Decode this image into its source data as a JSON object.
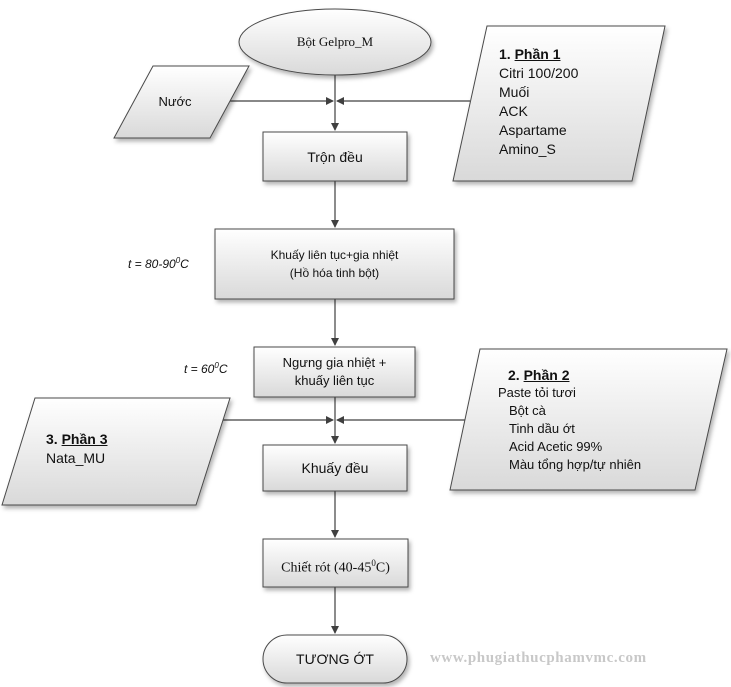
{
  "nodes": {
    "start": "Bột Gelpro_M",
    "water": "Nước",
    "mix": "Trộn đều",
    "heat_line1": "Khuấy liên tục+gia nhiệt",
    "heat_line2": "(Hồ hóa tinh bột)",
    "stop_line1": "Ngưng gia nhiệt +",
    "stop_line2": "khuấy liên tục",
    "stir": "Khuấy đều",
    "fill_prefix": "Chiết rót (40-45",
    "fill_sup": "0",
    "fill_suffix": "C)",
    "end": "TƯƠNG ỚT"
  },
  "part1": {
    "number": "1.",
    "title": "Phần 1",
    "items": [
      "Citri 100/200",
      "Muối",
      "ACK",
      "Aspartame",
      "Amino_S"
    ]
  },
  "part2": {
    "number": "2.",
    "title": "Phần 2",
    "items": [
      "Paste tỏi tươi",
      "Bột cà",
      "Tinh dầu ớt",
      "Acid Acetic 99%",
      "Màu tổng hợp/tự nhiên"
    ]
  },
  "part3": {
    "number": "3.",
    "title": "Phần 3",
    "items": [
      "Nata_MU"
    ]
  },
  "temps": {
    "t1_prefix": "t = 80-90",
    "t1_sup": "0",
    "t1_suffix": "C",
    "t2_prefix": "t = 60",
    "t2_sup": "0",
    "t2_suffix": "C"
  },
  "watermark": "www.phugiathucphamvmc.com",
  "colors": {
    "fill_top": "#ffffff",
    "fill_bottom": "#d9d9d9",
    "stroke": "#4a4a4a",
    "connector": "#404040"
  }
}
